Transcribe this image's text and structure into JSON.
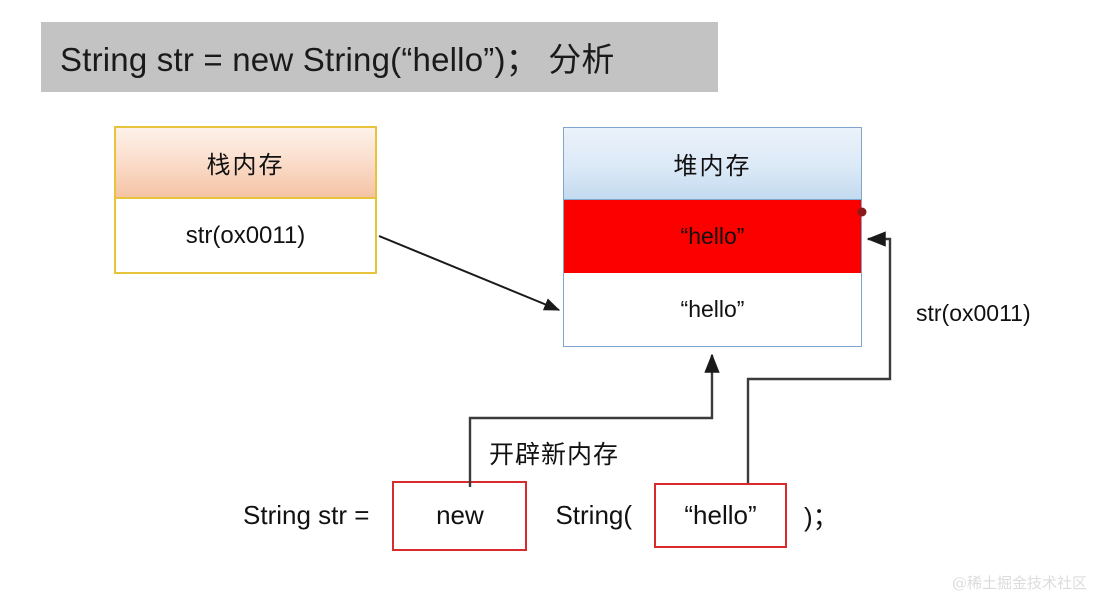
{
  "title": {
    "text": "String str = new String(“hello”)； 分析"
  },
  "stack": {
    "header": "栈内存",
    "value": "str(ox0011)"
  },
  "heap": {
    "header": "堆内存",
    "rows": [
      {
        "label": "“hello”",
        "color": "#fc0000"
      },
      {
        "label": "“hello”",
        "color": "#ffffff"
      }
    ]
  },
  "annotations": {
    "right_pointer_label": "str(ox0011)",
    "allocate_label": "开辟新内存"
  },
  "code": {
    "prefix": "String  str =",
    "new_keyword": "new",
    "middle": "String(",
    "literal": "“hello”",
    "suffix": ")；"
  },
  "watermark": "@稀土掘金技术社区",
  "colors": {
    "title_bar": "#c3c3c3",
    "stack_border": "#e8c33c",
    "heap_border": "#7ea6cf",
    "heap_highlight": "#fc0000",
    "code_box_border": "#d92b2b",
    "connector": "#333333",
    "dot": "#8b1a1a"
  }
}
